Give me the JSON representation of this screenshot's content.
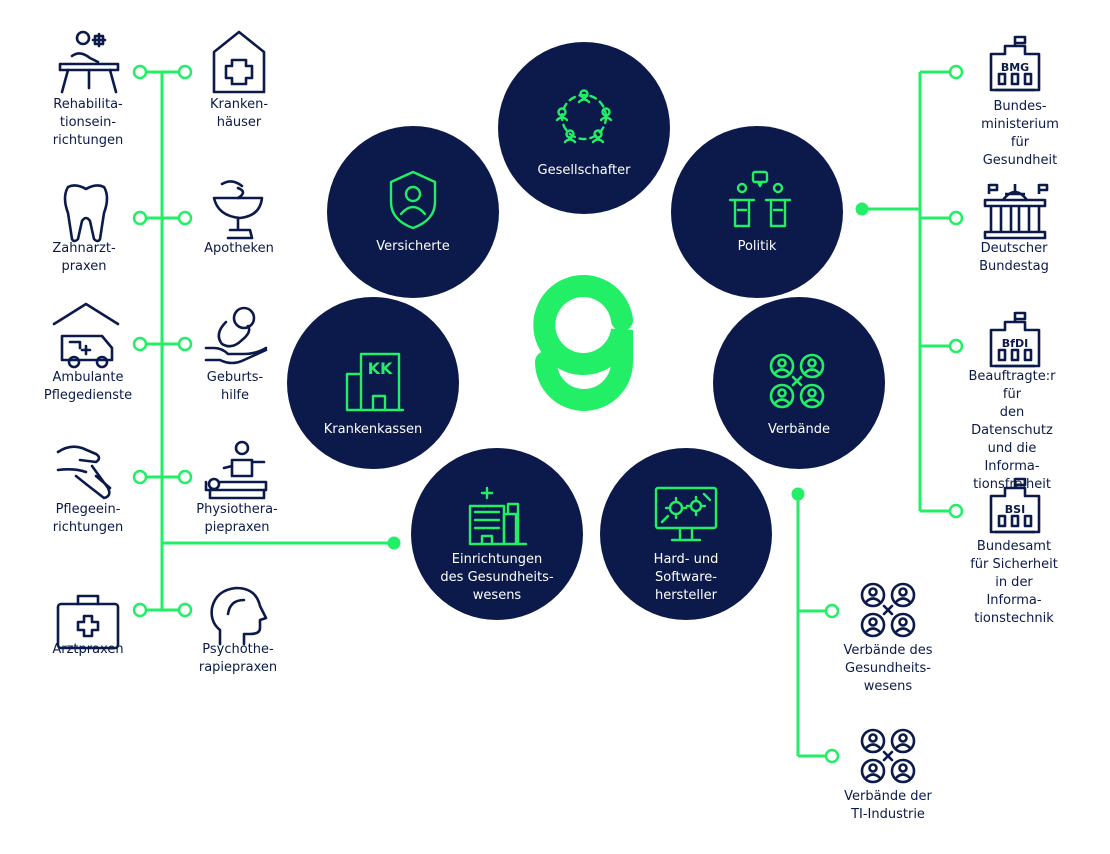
{
  "colors": {
    "navy": "#0b1a4a",
    "accent": "#22ee66",
    "white": "#ffffff"
  },
  "logo": {
    "letter": "g"
  },
  "center_nodes": {
    "gesellschafter": {
      "label": "Gesellschafter",
      "icon": "people-circle-icon"
    },
    "versicherte": {
      "label": "Versicherte",
      "icon": "shield-person-icon"
    },
    "politik": {
      "label": "Politik",
      "icon": "podium-speakers-icon"
    },
    "krankenkassen": {
      "label": "Krankenkassen",
      "icon": "kk-building-icon",
      "badge": "KK"
    },
    "verbaende": {
      "label": "Verbände",
      "icon": "four-people-icon"
    },
    "einrichtungen": {
      "label": "Einrichtungen\ndes Gesundheits-\nwesens",
      "icon": "hospital-buildings-icon"
    },
    "hardsoftware": {
      "label": "Hard- und\nSoftware-\nhersteller",
      "icon": "monitor-gears-icon"
    }
  },
  "left_items": [
    {
      "label": "Rehabilita-\ntionsein-\nrichtungen",
      "icon": "rehab-desk-icon"
    },
    {
      "label": "Kranken-\nhäuser",
      "icon": "hospital-house-icon"
    },
    {
      "label": "Zahnarzt-\npraxen",
      "icon": "tooth-icon"
    },
    {
      "label": "Apotheken",
      "icon": "pharmacy-bowl-icon"
    },
    {
      "label": "Ambulante\nPflegedienste",
      "icon": "ambulance-garage-icon"
    },
    {
      "label": "Geburts-\nhilfe",
      "icon": "baby-hand-icon"
    },
    {
      "label": "Pflegeein-\nrichtungen",
      "icon": "caring-hands-icon"
    },
    {
      "label": "Physiothera-\npiepraxen",
      "icon": "massage-table-icon"
    },
    {
      "label": "Arztpraxen",
      "icon": "medical-case-icon"
    },
    {
      "label": "Psychothe-\nrapiepraxen",
      "icon": "head-profile-icon"
    }
  ],
  "right_items": [
    {
      "label": "Bundes-\nministerium\nfür Gesundheit",
      "icon": "bmg-building-icon",
      "badge": "BMG"
    },
    {
      "label": "Deutscher\nBundestag",
      "icon": "bundestag-building-icon"
    },
    {
      "label": "Beauftragte:r für\nden Datenschutz\nund die Informa-\ntionsfreiheit",
      "icon": "bfdi-building-icon",
      "badge": "BfDI"
    },
    {
      "label": "Bundesamt\nfür Sicherheit\nin der Informa-\ntionstechnik",
      "icon": "bsi-building-icon",
      "badge": "BSI"
    }
  ],
  "bottom_items": [
    {
      "label": "Verbände des\nGesundheits-\nwesens",
      "icon": "four-people-icon"
    },
    {
      "label": "Verbände der\nTI-Industrie",
      "icon": "four-people-icon"
    }
  ]
}
